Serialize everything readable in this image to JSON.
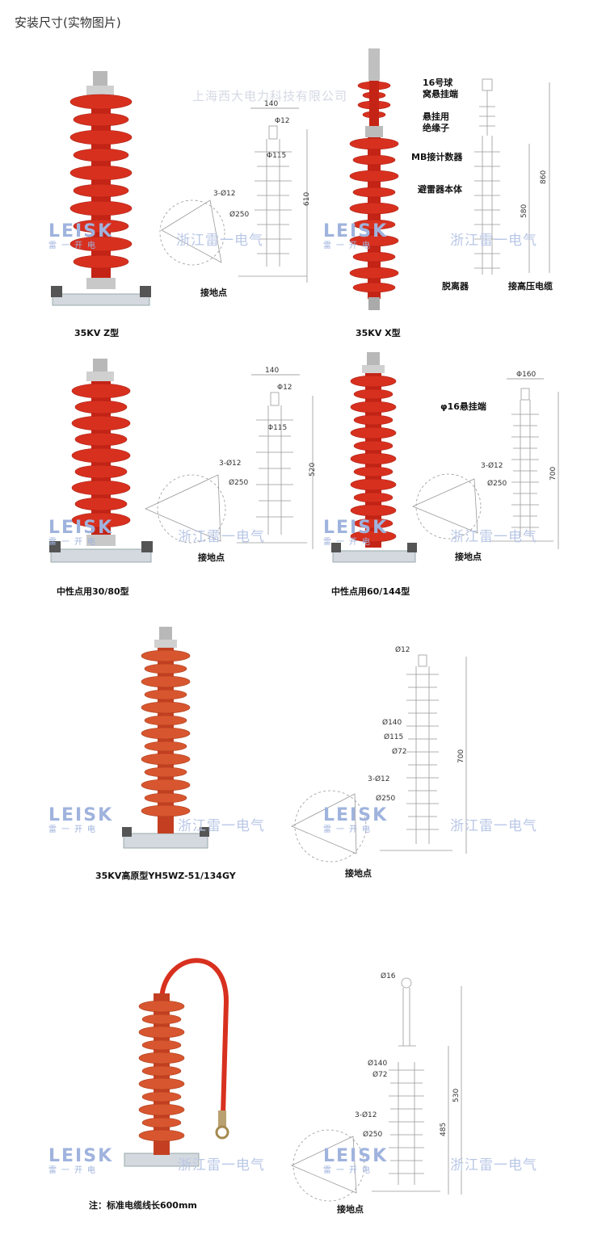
{
  "page_title": "安装尺寸(实物图片)",
  "watermark_company": "上海西大电力科技有限公司",
  "watermark_brand": "浙江雷一电气",
  "logo": {
    "letters": "LEISK",
    "subtext": "雷一开电"
  },
  "captions": {
    "z_type": "35KV Z型",
    "x_type": "35KV X型",
    "neutral_30_80": "中性点用30/80型",
    "neutral_60_144": "中性点用60/144型",
    "high_plateau": "35KV高原型YH5WZ-51/134GY",
    "cable_note": "注：标准电缆线长600mm"
  },
  "labels": {
    "ground_point": "接地点",
    "ball_16": "16号球",
    "socket_hang": "窝悬挂端",
    "insulator_1": "悬挂用",
    "insulator_2": "绝缘子",
    "mb_counter": "MB接计数器",
    "arrester_body": "避雷器本体",
    "disconnector": "脱离器",
    "hv_cable": "接高压电缆",
    "phi16_hang": "φ16悬挂端"
  },
  "dims": {
    "d140": "140",
    "phi12": "Φ12",
    "phi115": "Φ115",
    "holes": "3-Ø12",
    "d250": "Ø250",
    "h610": "610",
    "h860": "860",
    "h580": "580",
    "h520": "520",
    "phi160": "Φ160",
    "h700": "700",
    "o12": "Ø12",
    "o140": "Ø140",
    "o115": "Ø115",
    "o72": "Ø72",
    "o16": "Ø16",
    "h485": "485",
    "h530": "530"
  },
  "colors": {
    "arrester": "#d8301f",
    "arrester_dark": "#a81f12",
    "base": "#cfd4dc",
    "watermark": "#b9c7e6"
  }
}
